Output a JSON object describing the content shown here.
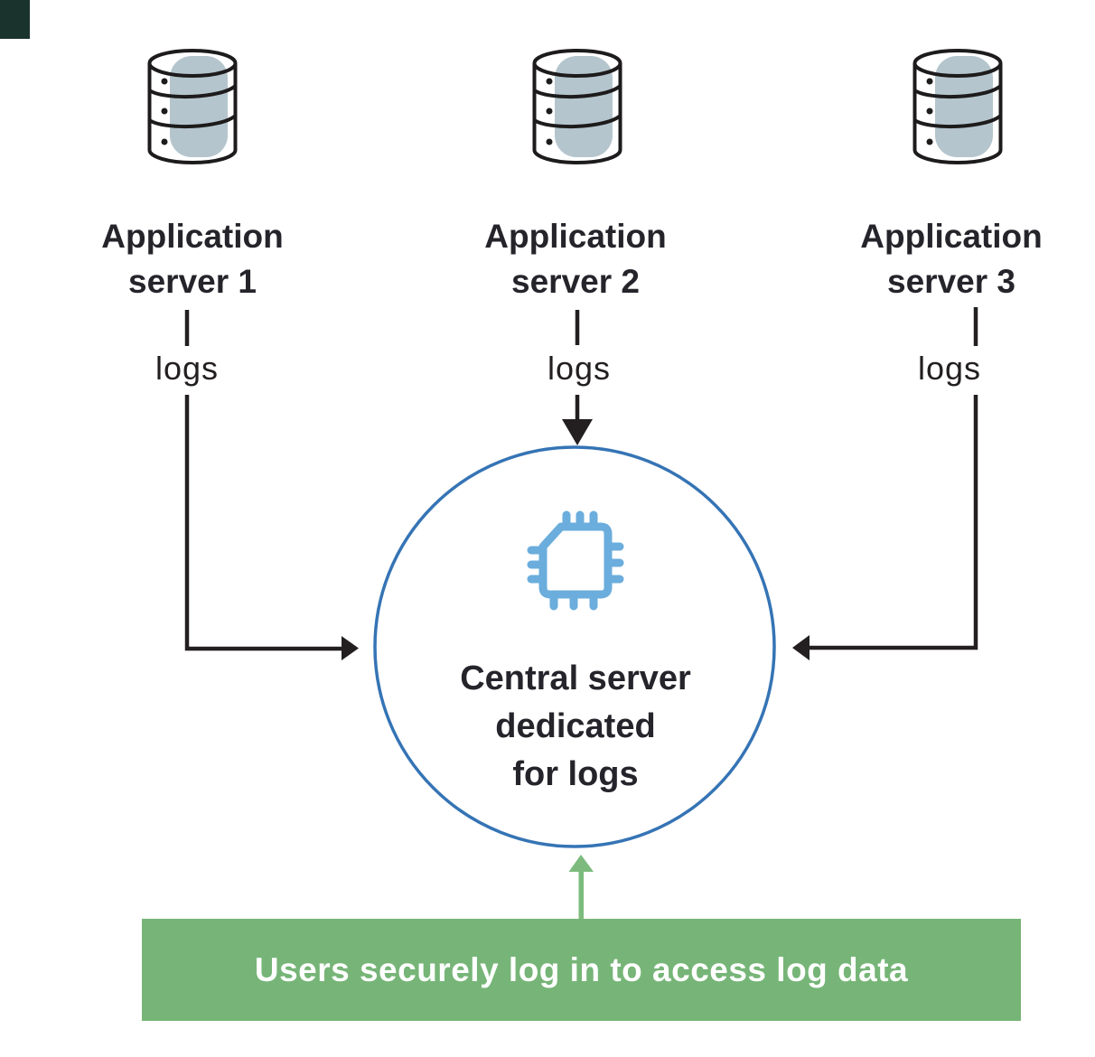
{
  "colors": {
    "ink": "#231f20",
    "outline": "#1d1b1b",
    "text": "#26242b",
    "dbfill": "#b5c5cd",
    "circle": "#3574b5",
    "chip": "#6baddc",
    "green": "#76b577",
    "greenarrow": "#7cbb7d",
    "bannertext": "#ffffff",
    "corner": "#1a332c"
  },
  "servers": [
    {
      "label": "Application\nserver 1",
      "edge_label": "logs"
    },
    {
      "label": "Application\nserver 2",
      "edge_label": "logs"
    },
    {
      "label": "Application\nserver 3",
      "edge_label": "logs"
    }
  ],
  "central_server": {
    "label": "Central server\ndedicated\nfor logs",
    "icon": "cpu-chip"
  },
  "banner": {
    "text": "Users securely log in to access log data"
  }
}
